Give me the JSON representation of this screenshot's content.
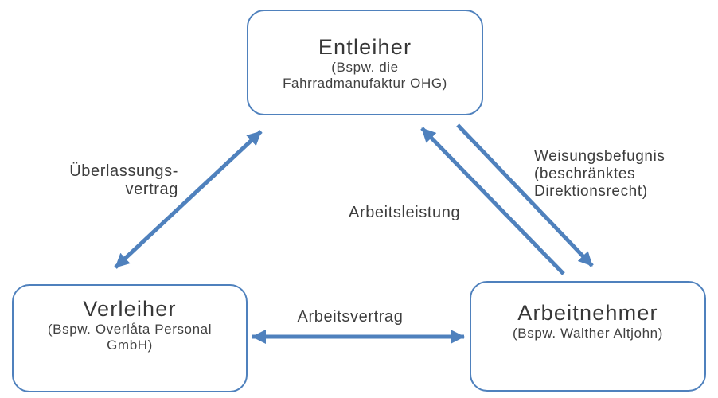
{
  "colors": {
    "accent": "#4f81bd",
    "text": "#3b3b3b",
    "background": "#ffffff"
  },
  "nodes": {
    "entleiher": {
      "title": "Entleiher",
      "subtitle_lines": [
        "(Bspw. die",
        "Fahrradmanufaktur OHG)"
      ]
    },
    "verleiher": {
      "title": "Verleiher",
      "subtitle_lines": [
        "(Bspw. Overlåta Personal",
        "GmbH)"
      ]
    },
    "arbeitnehmer": {
      "title": "Arbeitnehmer",
      "subtitle_lines": [
        "(Bspw. Walther Altjohn)"
      ]
    }
  },
  "edges": {
    "ueberlassungsvertrag": {
      "label_lines": [
        "Überlassungs-",
        "vertrag"
      ],
      "arrow": "double-headed between Verleiher and Entleiher"
    },
    "arbeitsleistung": {
      "label": "Arbeitsleistung",
      "arrow": "single-headed from Arbeitnehmer to Entleiher"
    },
    "weisungsbefugnis": {
      "label_lines": [
        "Weisungsbefugnis",
        "(beschränktes",
        "Direktionsrecht)"
      ],
      "arrow": "single-headed from Entleiher to Arbeitnehmer"
    },
    "arbeitsvertrag": {
      "label": "Arbeitsvertrag",
      "arrow": "double-headed between Verleiher and Arbeitnehmer"
    }
  }
}
